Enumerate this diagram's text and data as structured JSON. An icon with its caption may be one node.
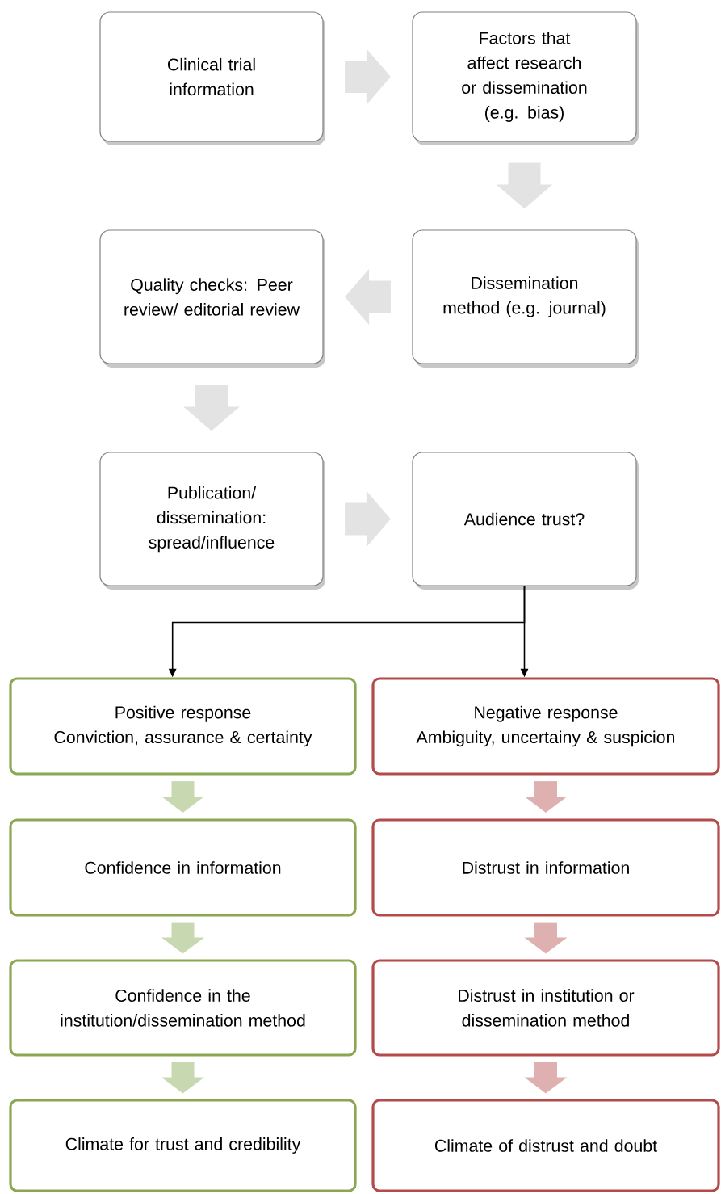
{
  "diagram": {
    "nodes": [
      {
        "text": [
          "Clinical trial information"
        ]
      },
      {
        "text": [
          "Factors that affect research or dissemination (e.g. bias)"
        ]
      },
      {
        "text": [
          "Quality checks: Peer review/ editorial review"
        ]
      },
      {
        "text": [
          "Dissemination method (e.g. journal)"
        ]
      },
      {
        "text": [
          "Publication/ dissemination: spread/influence"
        ]
      },
      {
        "text": [
          "Audience trust?"
        ]
      },
      {
        "text": [
          "Positive response",
          "Conviction, assurance & certainty"
        ]
      },
      {
        "text": [
          "Negative response",
          "Ambiguity, uncertainy & suspicion"
        ]
      },
      {
        "text": [
          "Confidence in information"
        ]
      },
      {
        "text": [
          "Distrust in information"
        ]
      },
      {
        "text": [
          "Confidence in the institution/dissemination method"
        ]
      },
      {
        "text": [
          "Distrust in institution or dissemination method"
        ]
      },
      {
        "text": [
          "Climate for trust and credibility"
        ]
      },
      {
        "text": [
          "Climate of distrust and doubt"
        ]
      }
    ],
    "edges": [
      {
        "from": 0,
        "to": 1,
        "arrow": "to"
      },
      {
        "from": 1,
        "to": 3,
        "arrow": "to"
      },
      {
        "from": 3,
        "to": 2,
        "arrow": "to"
      },
      {
        "from": 2,
        "to": 4,
        "arrow": "to"
      },
      {
        "from": 4,
        "to": 5,
        "arrow": "to"
      },
      {
        "from": 5,
        "to": 6,
        "arrow": "to",
        "color": "#000000"
      },
      {
        "from": 5,
        "to": 7,
        "arrow": "to",
        "color": "#000000"
      },
      {
        "from": 6,
        "to": 8,
        "arrow": "to",
        "color": "#c8d9b1"
      },
      {
        "from": 8,
        "to": 10,
        "arrow": "to",
        "color": "#c8d9b1"
      },
      {
        "from": 10,
        "to": 12,
        "arrow": "to",
        "color": "#c8d9b1"
      },
      {
        "from": 7,
        "to": 9,
        "arrow": "to",
        "color": "#deb0b0"
      },
      {
        "from": 9,
        "to": 11,
        "arrow": "to",
        "color": "#deb0b0"
      },
      {
        "from": 11,
        "to": 13,
        "arrow": "to",
        "color": "#deb0b0"
      }
    ]
  }
}
